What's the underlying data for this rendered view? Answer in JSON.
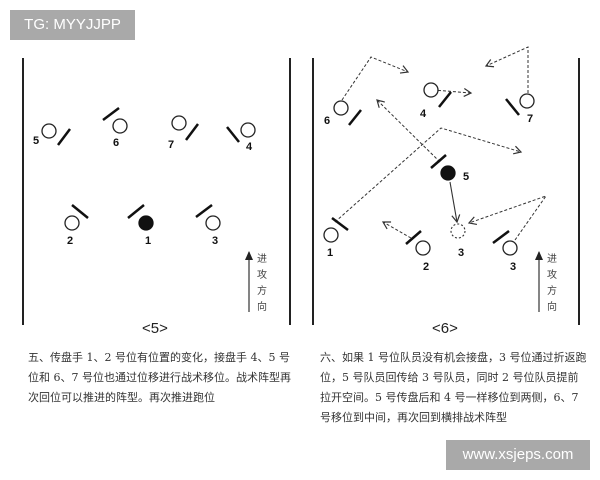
{
  "watermarks": {
    "top_left": "TG: MYYJJPP",
    "bottom_right": "www.xsjeps.com"
  },
  "figures": [
    {
      "label": "<5>",
      "direction_label": [
        "进",
        "攻",
        "方",
        "向"
      ],
      "players": [
        {
          "number": "5",
          "role": "open"
        },
        {
          "number": "6",
          "role": "open"
        },
        {
          "number": "7",
          "role": "open"
        },
        {
          "number": "4",
          "role": "open"
        },
        {
          "number": "2",
          "role": "open"
        },
        {
          "number": "1",
          "role": "disc-holder"
        },
        {
          "number": "3",
          "role": "open"
        }
      ],
      "caption": "五、传盘手 1、2 号位有位置的变化，接盘手 4、5 号位和 6、7 号位也通过位移进行战术移位。战术阵型再次回位可以推进的阵型。再次推进跑位"
    },
    {
      "label": "<6>",
      "direction_label": [
        "进",
        "攻",
        "方",
        "向"
      ],
      "players": [
        {
          "number": "6",
          "role": "open"
        },
        {
          "number": "4",
          "role": "open"
        },
        {
          "number": "7",
          "role": "open"
        },
        {
          "number": "5",
          "role": "disc-holder"
        },
        {
          "number": "1",
          "role": "open"
        },
        {
          "number": "2",
          "role": "open"
        },
        {
          "number": "3",
          "role": "target-dashed"
        },
        {
          "number": "3",
          "role": "open"
        }
      ],
      "caption": "六、如果 1 号位队员没有机会接盘，3 号位通过折返跑位，5 号队员回传给 3 号队员，同时 2 号位队员提前拉开空间。5 号传盘后和 4 号一样移位到两侧，6、7 号移位到中间，再次回到横排战术阵型"
    }
  ]
}
